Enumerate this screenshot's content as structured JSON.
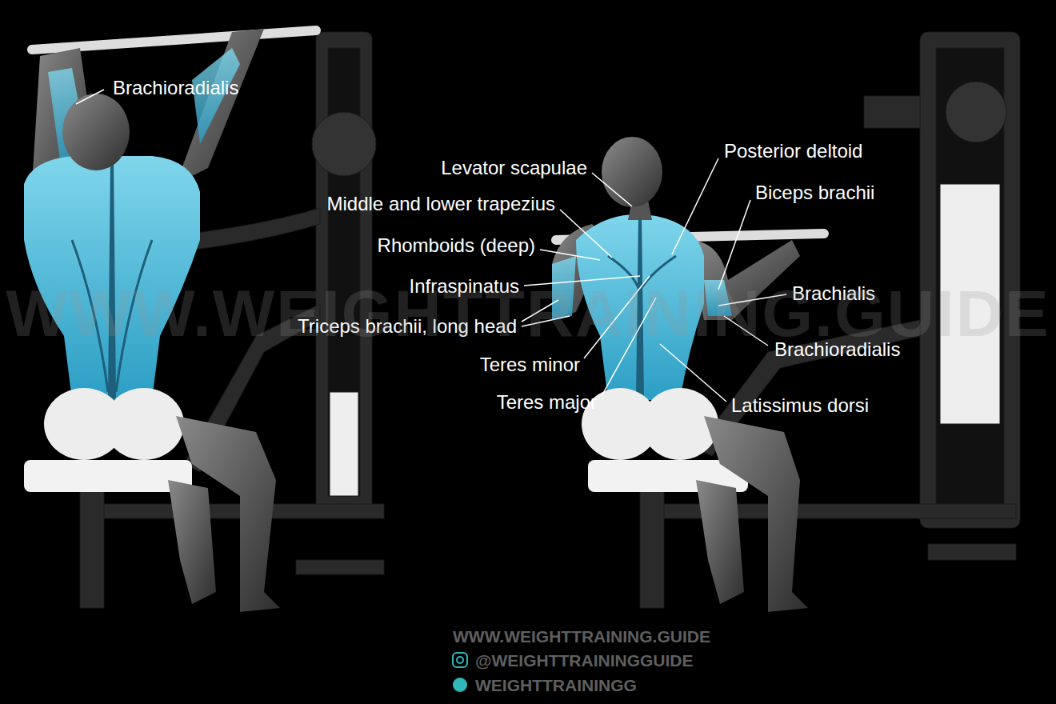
{
  "diagram": {
    "labels": [
      "Brachioradialis",
      "Levator scapulae",
      "Middle and lower trapezius",
      "Rhomboids (deep)",
      "Infraspinatus",
      "Triceps brachii, long head",
      "Teres minor",
      "Teres major",
      "Posterior deltoid",
      "Biceps brachii",
      "Brachialis",
      "Brachioradialis",
      "Latissimus dorsi",
      "WWW.WEIGHTTRAINING.GUIDE",
      "WWW.WEIGHTTRAINING.GUIDE",
      "@WEIGHTTRAININGGUIDE",
      "WEIGHTTRAININGG"
    ]
  }
}
